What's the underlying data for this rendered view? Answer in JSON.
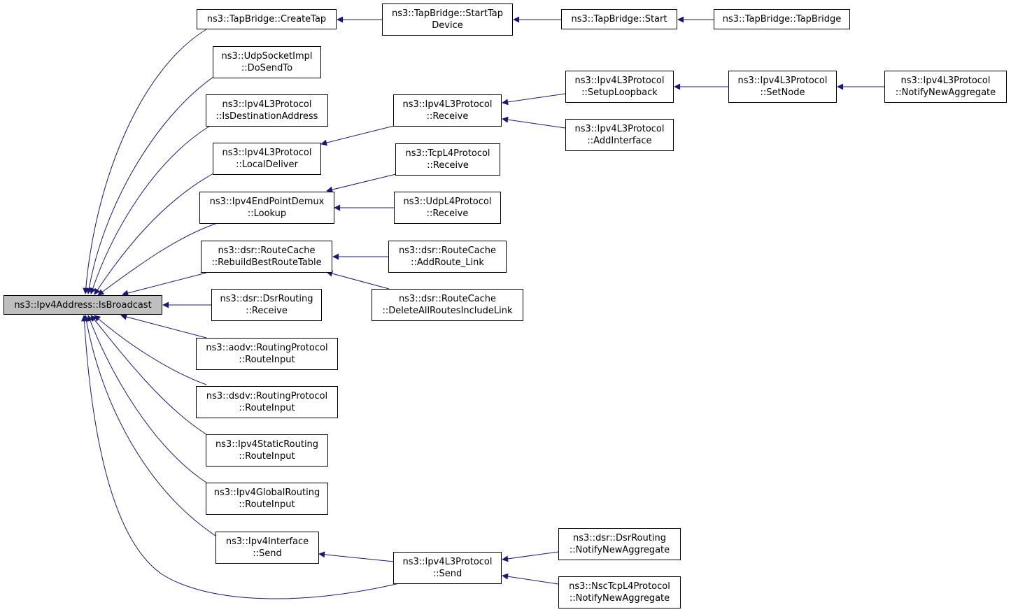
{
  "colors": {
    "edge": "#191970",
    "root_fill": "#bfbfbf",
    "node_fill": "#ffffff",
    "border": "#000000"
  },
  "nodes": {
    "isbroadcast": {
      "line1": "ns3::Ipv4Address::IsBroadcast",
      "line2": ""
    },
    "createtap": {
      "line1": "ns3::TapBridge::CreateTap",
      "line2": ""
    },
    "starttapdevice": {
      "line1": "ns3::TapBridge::StartTap",
      "line2": "Device"
    },
    "start": {
      "line1": "ns3::TapBridge::Start",
      "line2": ""
    },
    "tapbridge": {
      "line1": "ns3::TapBridge::TapBridge",
      "line2": ""
    },
    "dosendto": {
      "line1": "ns3::UdpSocketImpl",
      "line2": "::DoSendTo"
    },
    "isdestinationaddress": {
      "line1": "ns3::Ipv4L3Protocol",
      "line2": "::IsDestinationAddress"
    },
    "localdeliver": {
      "line1": "ns3::Ipv4L3Protocol",
      "line2": "::LocalDeliver"
    },
    "ipv4l3receive": {
      "line1": "ns3::Ipv4L3Protocol",
      "line2": "::Receive"
    },
    "setuploopback": {
      "line1": "ns3::Ipv4L3Protocol",
      "line2": "::SetupLoopback"
    },
    "setnode": {
      "line1": "ns3::Ipv4L3Protocol",
      "line2": "::SetNode"
    },
    "notifynewaggregate_ipv4l3": {
      "line1": "ns3::Ipv4L3Protocol",
      "line2": "::NotifyNewAggregate"
    },
    "addinterface": {
      "line1": "ns3::Ipv4L3Protocol",
      "line2": "::AddInterface"
    },
    "lookup": {
      "line1": "ns3::Ipv4EndPointDemux",
      "line2": "::Lookup"
    },
    "tcpreceive": {
      "line1": "ns3::TcpL4Protocol",
      "line2": "::Receive"
    },
    "udpreceive": {
      "line1": "ns3::UdpL4Protocol",
      "line2": "::Receive"
    },
    "rebuildbestroutetable": {
      "line1": "ns3::dsr::RouteCache",
      "line2": "::RebuildBestRouteTable"
    },
    "addroutelink": {
      "line1": "ns3::dsr::RouteCache",
      "line2": "::AddRoute_Link"
    },
    "deleteallroutes": {
      "line1": "ns3::dsr::RouteCache",
      "line2": "::DeleteAllRoutesIncludeLink"
    },
    "dsrreceive": {
      "line1": "ns3::dsr::DsrRouting",
      "line2": "::Receive"
    },
    "aodvrouteinput": {
      "line1": "ns3::aodv::RoutingProtocol",
      "line2": "::RouteInput"
    },
    "dsdvrouteinput": {
      "line1": "ns3::dsdv::RoutingProtocol",
      "line2": "::RouteInput"
    },
    "staticrouteinput": {
      "line1": "ns3::Ipv4StaticRouting",
      "line2": "::RouteInput"
    },
    "globalrouteinput": {
      "line1": "ns3::Ipv4GlobalRouting",
      "line2": "::RouteInput"
    },
    "ifacesend": {
      "line1": "ns3::Ipv4Interface",
      "line2": "::Send"
    },
    "ipv4l3send": {
      "line1": "ns3::Ipv4L3Protocol",
      "line2": "::Send"
    },
    "dsrnotify": {
      "line1": "ns3::dsr::DsrRouting",
      "line2": "::NotifyNewAggregate"
    },
    "nsctcpnotify": {
      "line1": "ns3::NscTcpL4Protocol",
      "line2": "::NotifyNewAggregate"
    }
  }
}
